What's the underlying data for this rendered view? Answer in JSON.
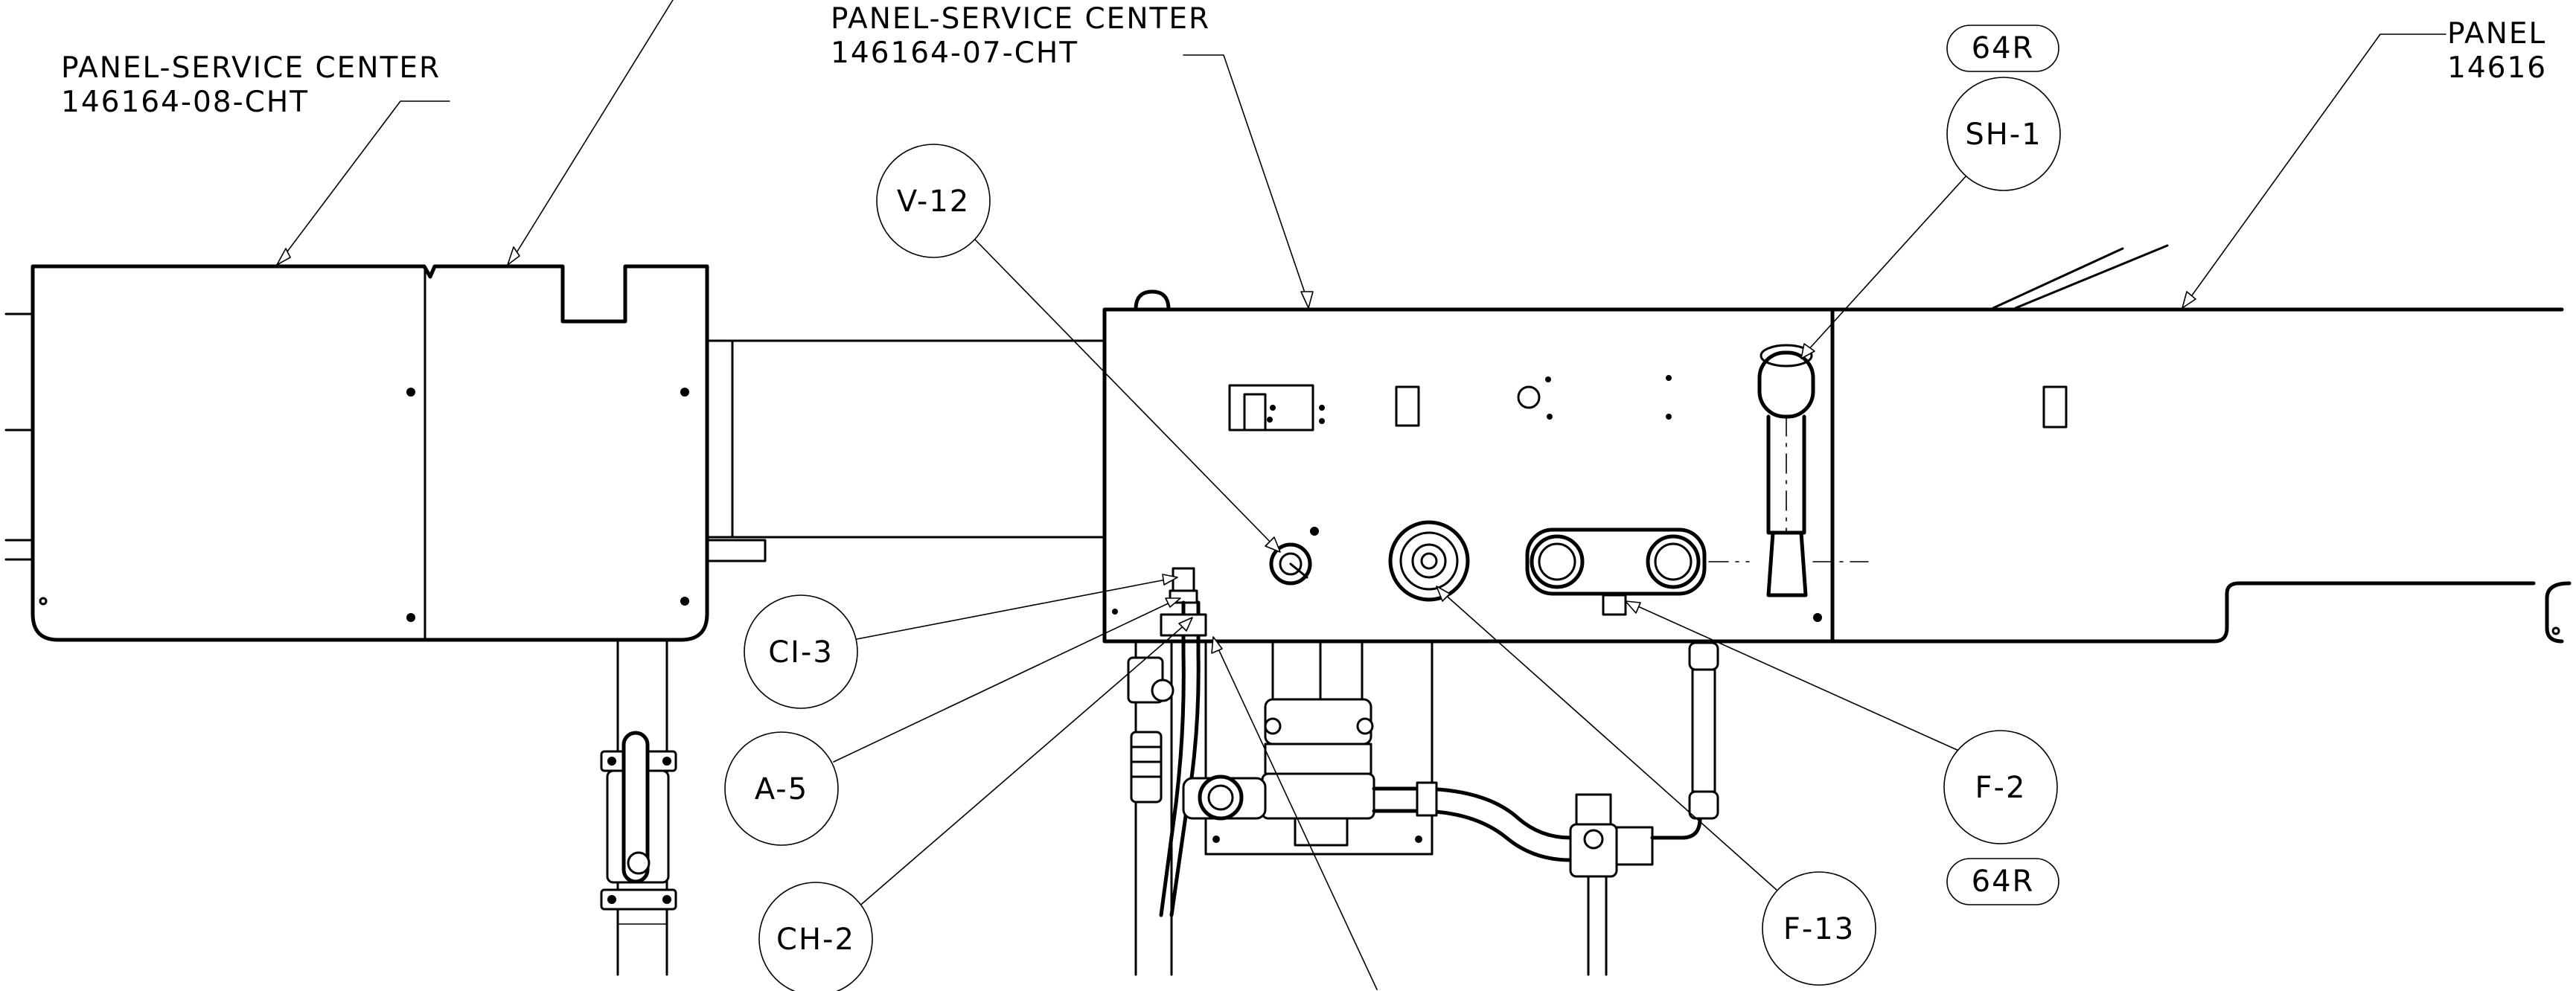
{
  "panel_labels": {
    "left_name": "PANEL-SERVICE CENTER",
    "left_part": "146164-08-CHT",
    "center_name": "PANEL-SERVICE CENTER",
    "center_part": "146164-07-CHT",
    "right_name": "PANEL",
    "right_part": "14616"
  },
  "callouts": {
    "v12": "V-12",
    "sh1": "SH-1",
    "ci3": "CI-3",
    "a5": "A-5",
    "ch2": "CH-2",
    "f2": "F-2",
    "f13": "F-13"
  },
  "tags": {
    "top": "64R",
    "bottom": "64R"
  }
}
